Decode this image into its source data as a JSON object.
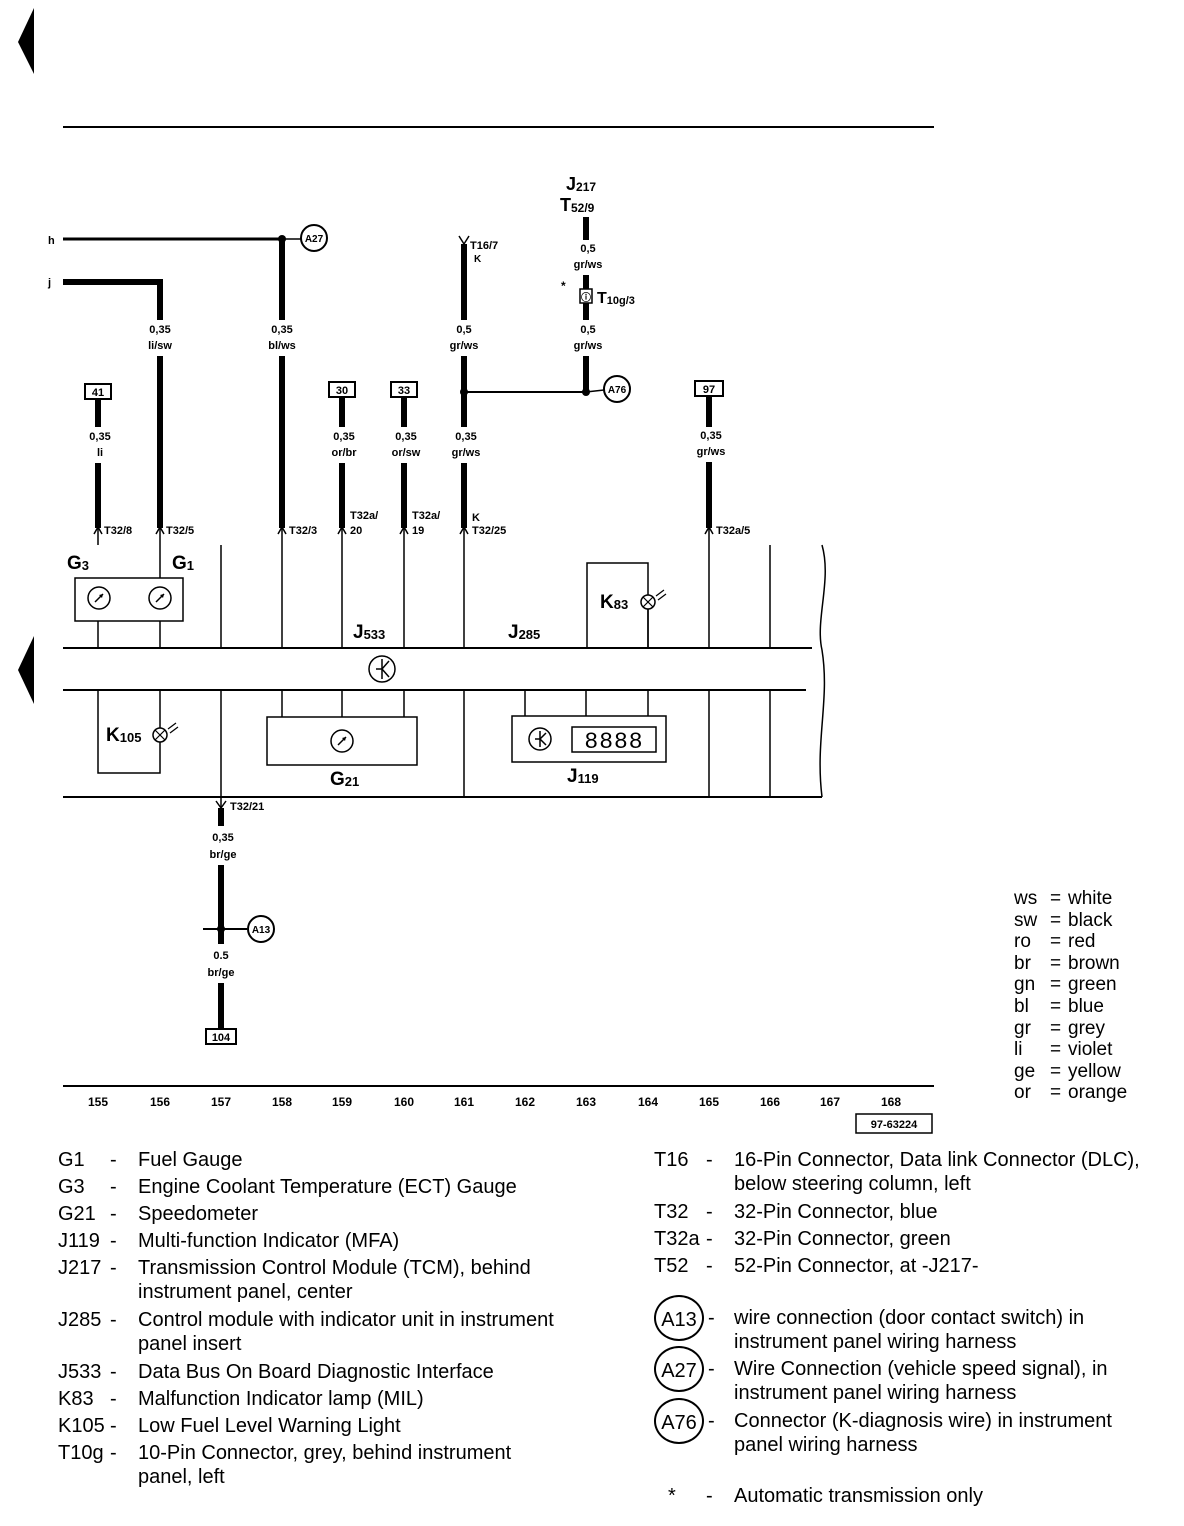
{
  "diagram": {
    "figure_number": "97-63224",
    "columns": [
      "155",
      "156",
      "157",
      "158",
      "159",
      "160",
      "161",
      "162",
      "163",
      "164",
      "165",
      "166",
      "167",
      "168"
    ],
    "wire_refs": {
      "h": "h",
      "j": "j"
    },
    "terminals": [
      "41",
      "30",
      "33",
      "97",
      "104"
    ],
    "components": {
      "G3": {
        "main": "G",
        "sub": "3"
      },
      "G1": {
        "main": "G",
        "sub": "1"
      },
      "J533": {
        "main": "J",
        "sub": "533"
      },
      "J285": {
        "main": "J",
        "sub": "285"
      },
      "K83": {
        "main": "K",
        "sub": "83"
      },
      "K105": {
        "main": "K",
        "sub": "105"
      },
      "G21": {
        "main": "G",
        "sub": "21"
      },
      "J119": {
        "main": "J",
        "sub": "119"
      },
      "J217": {
        "main": "J",
        "sub": "217"
      },
      "T52_9": {
        "main": "T",
        "sub": "52/9"
      },
      "T10g_3": {
        "main": "T",
        "sub": "10g/3"
      }
    },
    "connections": [
      "A27",
      "A76",
      "A13"
    ],
    "wire_labels": {
      "w156": [
        "0,35",
        "li/sw"
      ],
      "w158": [
        "0,35",
        "bl/ws"
      ],
      "w161top": [
        "0,5",
        "gr/ws"
      ],
      "w163a": [
        "0,5",
        "gr/ws"
      ],
      "w163b": [
        "0,5",
        "gr/ws"
      ],
      "w155": [
        "0,35",
        "li"
      ],
      "w159": [
        "0,35",
        "or/br"
      ],
      "w160": [
        "0,35",
        "or/sw"
      ],
      "w161": [
        "0,35",
        "gr/ws"
      ],
      "w165": [
        "0,35",
        "gr/ws"
      ],
      "w157a": [
        "0,35",
        "br/ge"
      ],
      "w157b": [
        "0.5",
        "br/ge"
      ]
    },
    "pins": {
      "p155": "T32/8",
      "p156": "T32/5",
      "p158": "T32/3",
      "p159a": "T32a/",
      "p159b": "20",
      "p160a": "T32a/",
      "p160b": "19",
      "p161k": "K",
      "p161": "T32/25",
      "p165": "T32a/5",
      "p157": "T32/21",
      "t16": "T16/7",
      "t16k": "K"
    },
    "asterisk": "*",
    "display_digits": "8888"
  },
  "color_legend": [
    {
      "code": "ws",
      "eq": "=",
      "name": "white"
    },
    {
      "code": "sw",
      "eq": "=",
      "name": "black"
    },
    {
      "code": "ro",
      "eq": "=",
      "name": "red"
    },
    {
      "code": "br",
      "eq": "=",
      "name": "brown"
    },
    {
      "code": "gn",
      "eq": "=",
      "name": "green"
    },
    {
      "code": "bl",
      "eq": "=",
      "name": "blue"
    },
    {
      "code": "gr",
      "eq": "=",
      "name": "grey"
    },
    {
      "code": "li",
      "eq": "=",
      "name": "violet"
    },
    {
      "code": "ge",
      "eq": "=",
      "name": "yellow"
    },
    {
      "code": "or",
      "eq": "=",
      "name": "orange"
    }
  ],
  "legend_left": [
    {
      "code": "G1",
      "dash": "-",
      "lines": [
        "Fuel Gauge"
      ]
    },
    {
      "code": "G3",
      "dash": "-",
      "lines": [
        "Engine Coolant Temperature (ECT) Gauge"
      ]
    },
    {
      "code": "G21",
      "dash": "-",
      "lines": [
        "Speedometer"
      ]
    },
    {
      "code": "J119",
      "dash": "-",
      "lines": [
        "Multi-function Indicator (MFA)"
      ]
    },
    {
      "code": "J217",
      "dash": "-",
      "lines": [
        "Transmission Control Module (TCM), behind",
        "instrument panel, center"
      ]
    },
    {
      "code": "J285",
      "dash": "-",
      "lines": [
        "Control module with indicator unit in instrument",
        "panel insert"
      ]
    },
    {
      "code": "J533",
      "dash": "-",
      "lines": [
        "Data Bus On Board Diagnostic Interface"
      ]
    },
    {
      "code": "K83",
      "dash": "-",
      "lines": [
        "Malfunction Indicator lamp (MIL)"
      ]
    },
    {
      "code": "K105",
      "dash": "-",
      "lines": [
        "Low Fuel Level Warning Light"
      ]
    },
    {
      "code": "T10g",
      "dash": "-",
      "lines": [
        "10-Pin Connector, grey, behind instrument",
        "panel, left"
      ]
    }
  ],
  "legend_right": [
    {
      "code": "T16",
      "dash": "-",
      "lines": [
        "16-Pin Connector, Data link Connector (DLC),",
        "below steering column, left"
      ]
    },
    {
      "code": "T32",
      "dash": "-",
      "lines": [
        "32-Pin Connector, blue"
      ]
    },
    {
      "code": "T32a",
      "dash": "-",
      "lines": [
        "32-Pin Connector, green"
      ]
    },
    {
      "code": "T52",
      "dash": "-",
      "lines": [
        "52-Pin Connector, at -J217-"
      ]
    }
  ],
  "legend_connections": [
    {
      "code": "A13",
      "dash": "-",
      "lines": [
        "wire connection (door contact switch) in",
        "instrument panel wiring harness"
      ]
    },
    {
      "code": "A27",
      "dash": "-",
      "lines": [
        "Wire Connection (vehicle speed signal), in",
        "instrument panel wiring harness"
      ]
    },
    {
      "code": "A76",
      "dash": "-",
      "lines": [
        "Connector (K-diagnosis wire) in instrument",
        "panel wiring harness"
      ]
    }
  ],
  "footnote": {
    "code": "*",
    "dash": "-",
    "text": "Automatic transmission only"
  }
}
